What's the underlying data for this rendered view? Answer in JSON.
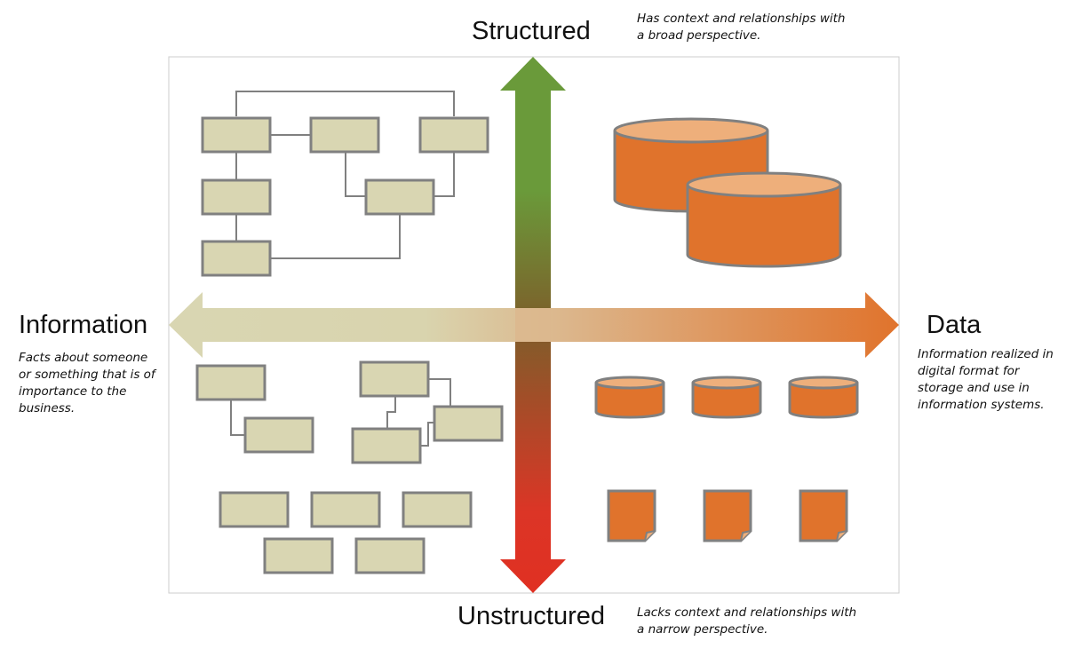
{
  "labels": {
    "top": "Structured",
    "bottom": "Unstructured",
    "left": "Information",
    "right": "Data"
  },
  "descriptions": {
    "top": [
      "Has context and relationships with",
      "a broad perspective."
    ],
    "bottom": [
      "Lacks context and relationships with",
      "a narrow perspective."
    ],
    "left": [
      "Facts about someone",
      "or something that is of",
      "importance to the",
      "business."
    ],
    "right": [
      "Information realized in",
      "digital format for",
      "storage and use in",
      "information systems."
    ]
  },
  "colors": {
    "box_fill": "#d9d6b2",
    "box_stroke": "#808080",
    "orange": "#e0732c",
    "orange_top": "#eeaf7b",
    "green": "#6a9a3a",
    "red": "#e03022",
    "tan": "#d8d4b0"
  }
}
